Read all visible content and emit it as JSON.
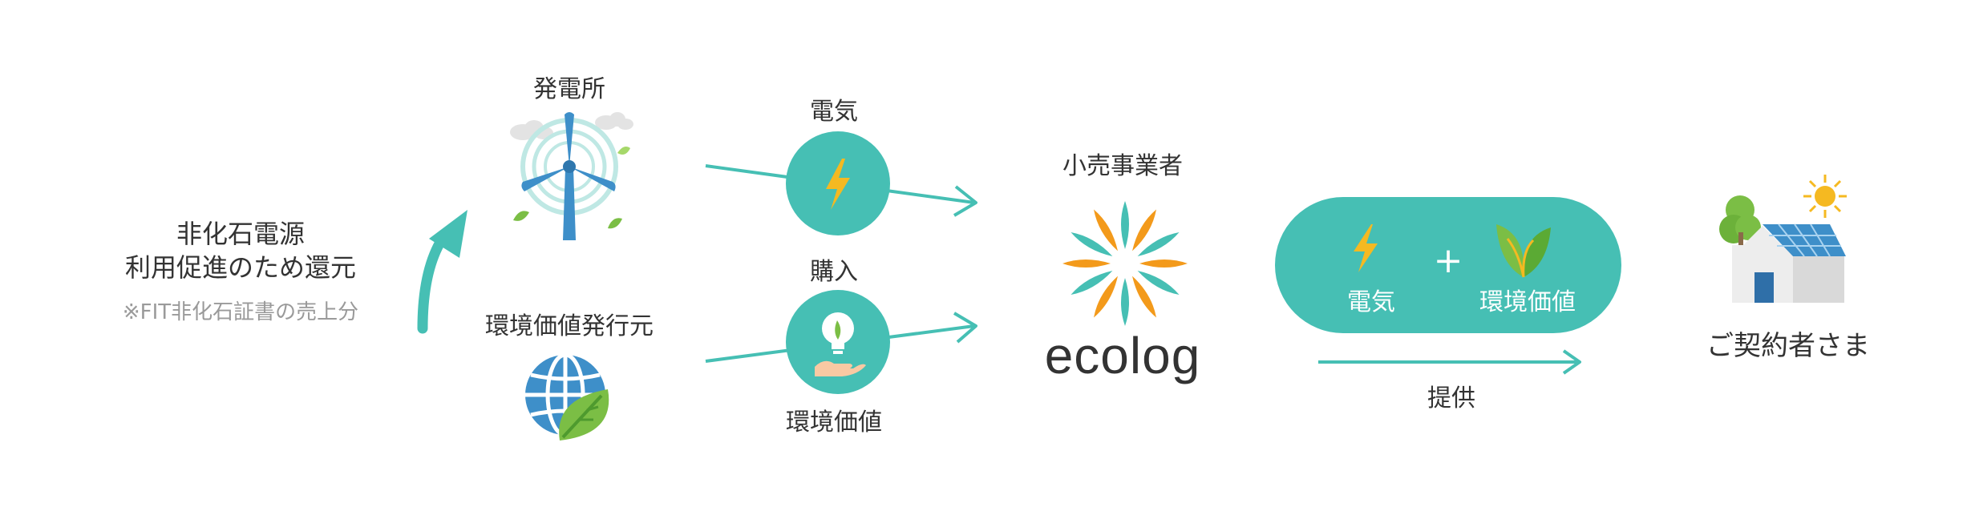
{
  "left_text": {
    "line1": "非化石電源",
    "line2": "利用促進のため還元",
    "note": "※FIT非化石証書の売上分"
  },
  "power_plant": {
    "label": "発電所"
  },
  "issuer": {
    "label": "環境価値発行元"
  },
  "electricity_circle": {
    "label_top": "電気"
  },
  "value_circle": {
    "label_top": "購入",
    "label_bottom": "環境価値"
  },
  "retailer": {
    "label": "小売事業者",
    "brand": "ecolog"
  },
  "bundle": {
    "left_label": "電気",
    "plus": "+",
    "right_label": "環境価値"
  },
  "provide": {
    "label": "提供"
  },
  "customer": {
    "label": "ご契約者さま"
  },
  "colors": {
    "teal": "#46BFB4",
    "yellow": "#F5B921",
    "orange": "#F39A1B",
    "blue": "#3E8FC9",
    "green": "#7BBE45",
    "gray_text": "#9A9A9A"
  }
}
